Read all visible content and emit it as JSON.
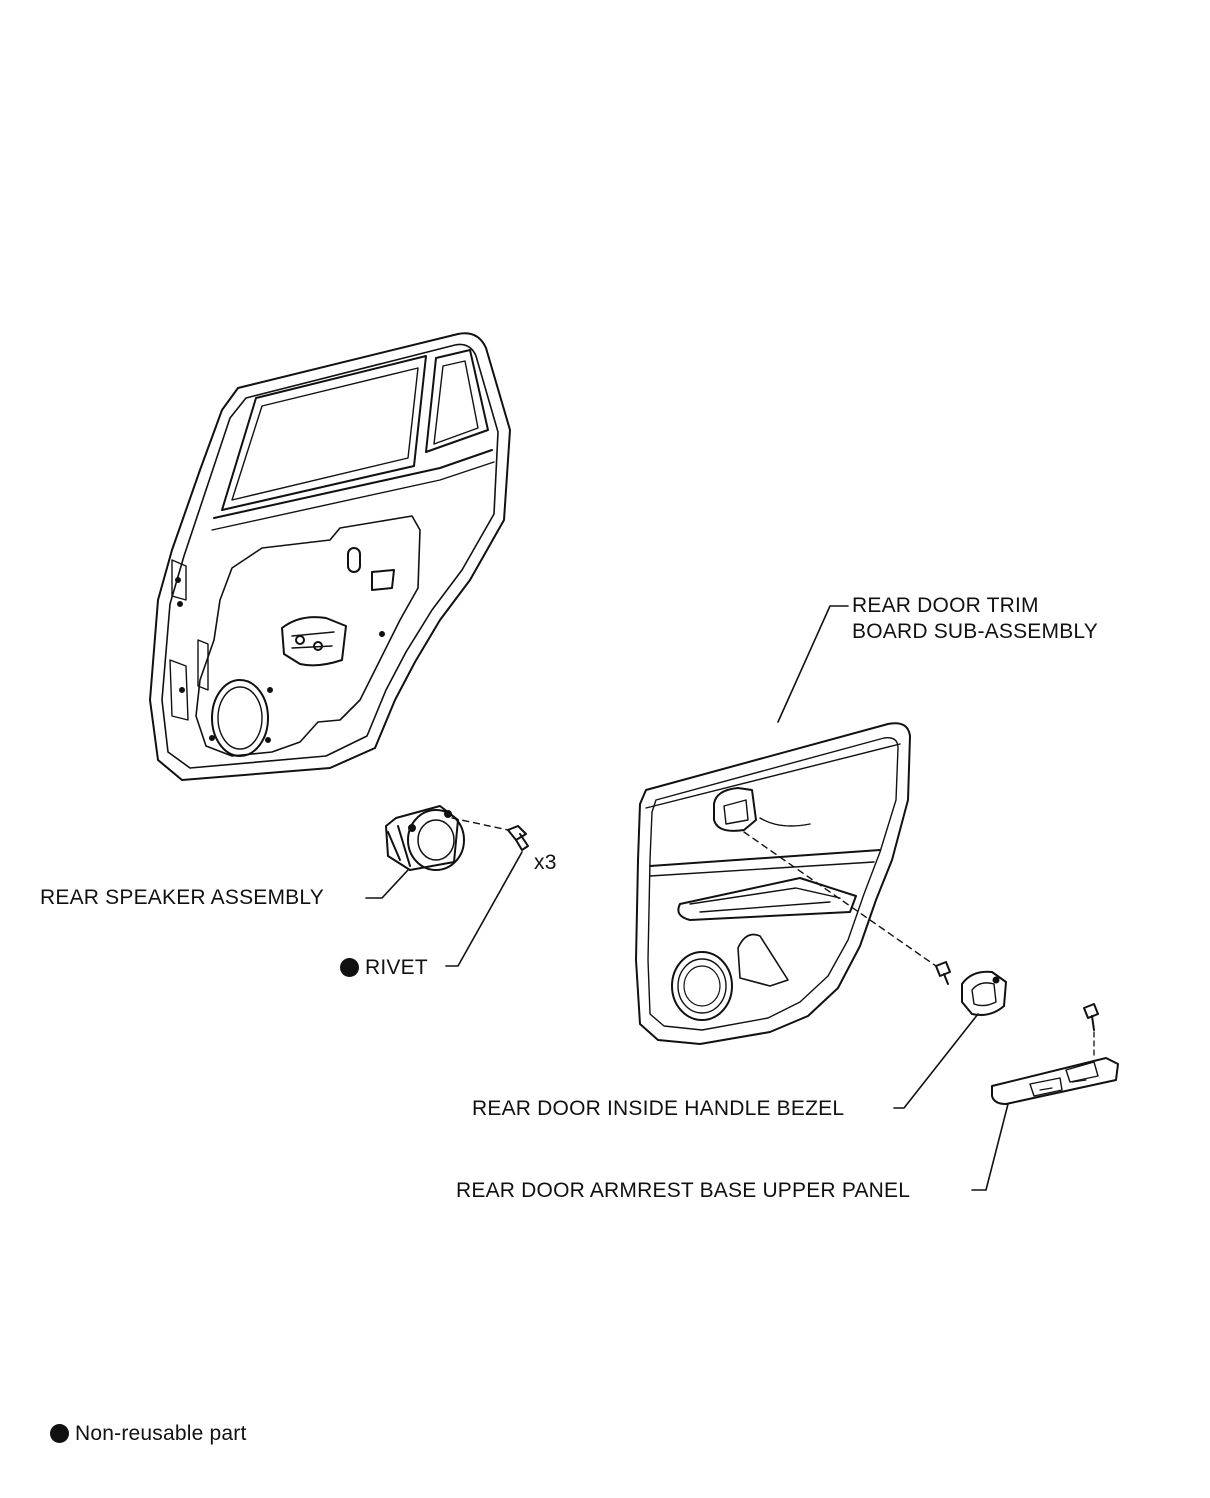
{
  "labels": {
    "trim_board_line1": "REAR DOOR TRIM",
    "trim_board_line2": "BOARD SUB-ASSEMBLY",
    "speaker": "REAR SPEAKER ASSEMBLY",
    "rivet": "RIVET",
    "rivet_qty": "x3",
    "handle_bezel": "REAR DOOR INSIDE HANDLE BEZEL",
    "armrest_panel": "REAR DOOR ARMREST BASE UPPER PANEL"
  },
  "legend": {
    "non_reusable": "Non-reusable part"
  },
  "icons": {
    "non_reusable_marker": "filled-circle-icon"
  },
  "colors": {
    "line": "#111111",
    "background": "#ffffff"
  }
}
